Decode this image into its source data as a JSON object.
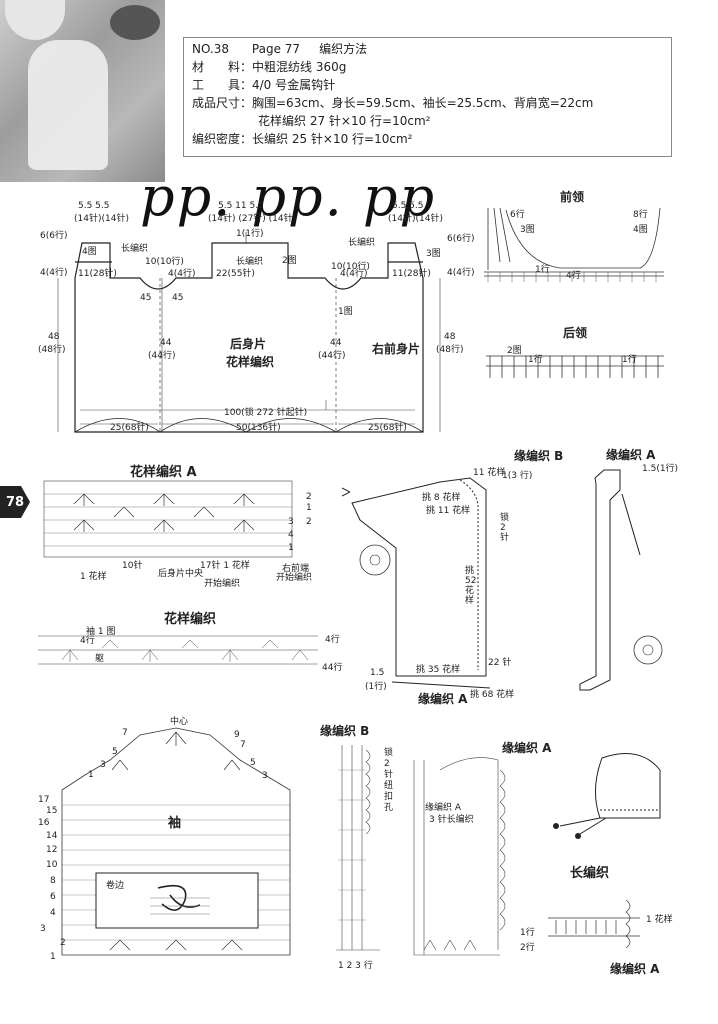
{
  "header": {
    "no": "NO.38",
    "page": "Page 77",
    "method": "编织方法",
    "material": "材　　料：中粗混纺线 360g",
    "tool": "工　　具：4/0 号金属钩针",
    "size": "成品尺寸：胸围=63cm、身长=59.5cm、袖长=25.5cm、背肩宽=22cm",
    "gauge1": "花样编织 27 针×10 行=10cm²",
    "gauge2": "编织密度：长编织 25 针×10 行=10cm²"
  },
  "watermark": "pp. pp. pp",
  "page_number": "78",
  "body_chart": {
    "back": "后身片",
    "pattern": "花样编织",
    "right_front": "右前身片",
    "top_left": "5.5 5.5",
    "top_left2": "(14针)(14针)",
    "top_mid": "5.5 11 5.5",
    "top_mid2": "(14针) (27针) (14针)",
    "top_right": "5.5 5.5",
    "top_right2": "(14针)(14针)",
    "long_stitch": "长编织",
    "neck_rows": "1(1行)",
    "back_neck": "22(55针)",
    "grid_2": "2图",
    "grid_4": "4图",
    "grid_3": "3图",
    "grid_1": "1图",
    "shoulder_left": "11(28针)",
    "shoulder_right": "11(28针)",
    "rows_6": "6(6行)",
    "rows_4": "4(4行)",
    "rows_10": "10(10行)",
    "rows_48": "48",
    "rows_48b": "(48行)",
    "rows_44": "44",
    "rows_44b": "(44行)",
    "angle": "45",
    "hem_total": "100(锁 272 针起针)",
    "hem_left": "25(68针)",
    "hem_mid": "50(136针)",
    "hem_right": "25(68针)"
  },
  "front_neck": {
    "title": "前领",
    "r6": "6行",
    "r8": "8行",
    "g3": "3图",
    "g4": "4图",
    "r1": "1行",
    "r4": "4行"
  },
  "back_neck": {
    "title": "后领",
    "g2": "2图",
    "r1": "1行"
  },
  "pattern_a": {
    "title": "花样编织 A",
    "rep": "1 花样",
    "st10": "10针",
    "st17": "17针 1 花样",
    "center": "后身片中央",
    "start": "开始编织",
    "right_front_edge": "右前端",
    "start2": "开始编织",
    "rows": [
      "2",
      "1",
      "3",
      "2",
      "4",
      "1"
    ]
  },
  "pattern_main": {
    "title": "花样编织",
    "sleeve": "袖 1 图",
    "body": "躯",
    "r4": "4行",
    "r44": "44行"
  },
  "edging_b_top": {
    "title": "缘编织 B",
    "r11": "11 花样",
    "r1": "1(3 行)",
    "pick8": "挑 8 花样",
    "pick11": "挑 11 花样",
    "pick52": "挑 52 花样",
    "lock": "锁 2 针",
    "pick35": "挑 35 花样",
    "pick68": "挑 68 花样",
    "st22": "22 针",
    "w15": "1.5",
    "w15b": "(1行)",
    "edge_a": "缘编织 A"
  },
  "edging_a_top": {
    "title": "缘编织 A",
    "r": "1.5(1行)"
  },
  "sleeve": {
    "title": "袖",
    "center": "中心",
    "hem": "卷边",
    "rows": [
      "7",
      "5",
      "3",
      "1",
      "9",
      "7",
      "5",
      "3",
      "17",
      "15",
      "16",
      "14",
      "12",
      "10",
      "8",
      "6",
      "4",
      "3",
      "2",
      "1"
    ]
  },
  "edging_b_bottom": {
    "title": "缘编织 B",
    "lock": "锁 2 针 纽 扣 孔",
    "rows": "1 2 3 行"
  },
  "edging_a_bottom": {
    "title": "缘编织 A",
    "pick": "缘编织 A",
    "pick2": "3 针长编织"
  },
  "long_stitch_chart": {
    "title": "长编织",
    "rep": "1 花样",
    "r2": "2行",
    "r1": "1行",
    "edge_a": "缘编织 A"
  }
}
